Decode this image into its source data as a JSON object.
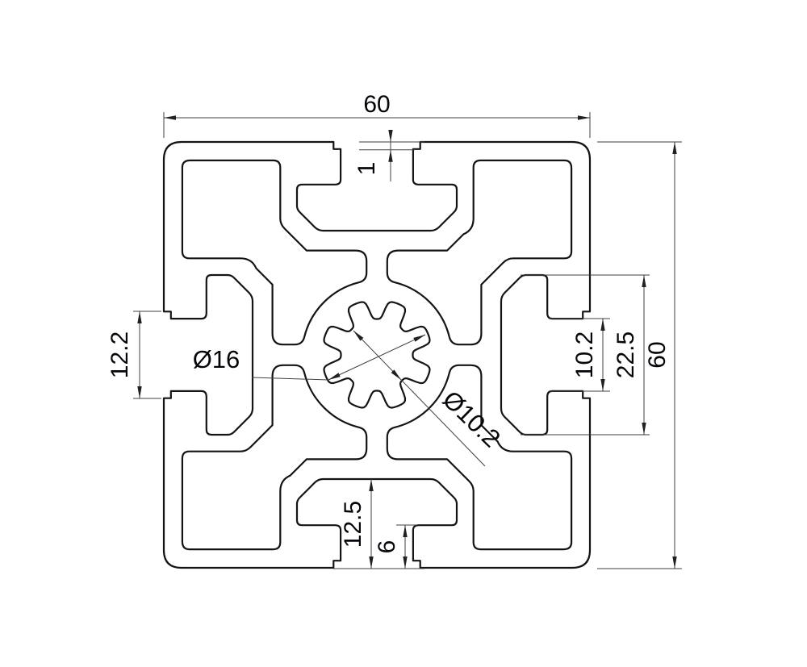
{
  "drawing": {
    "type": "technical-cross-section",
    "subject": "aluminum extrusion T-slot profile",
    "colors": {
      "background": "#ffffff",
      "outline": "#141414",
      "dimension_lines": "#404040",
      "text": "#05060a"
    },
    "dimensions": {
      "width_top": "60",
      "step_depth_top": "1",
      "slot_opening_left": "12.2",
      "bore_outer_diameter": "Ø16",
      "bore_inner_diameter": "Ø10.2",
      "slot_throat_right": "10.2",
      "slot_cavity_right": "22.5",
      "height_right": "60",
      "slot_depth_bottom": "12.5",
      "lip_depth_bottom": "6"
    }
  }
}
